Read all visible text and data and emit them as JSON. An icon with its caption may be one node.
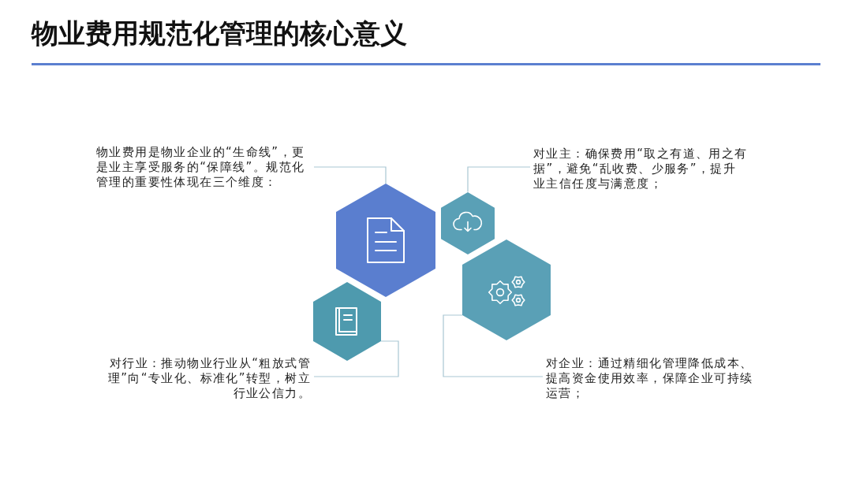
{
  "diagram": {
    "title": "物业费用规范化管理的核心意义",
    "nodes": [
      {
        "text": [
          "物业费用是物业企业的“生命线”，更是业主享受服务的“保障线”。规范化管理的重要性体现在三个维度："
        ]
      },
      {
        "text": [
          "对业主：确保费用“取之有道、用之有据”，避免“乱收费、少服务”，提升业主信任度与满意度；"
        ]
      },
      {
        "text": [],
        "shape": "hexagon"
      },
      {
        "text": [],
        "shape": "hexagon"
      },
      {
        "text": [],
        "shape": "hexagon"
      },
      {
        "text": [],
        "shape": "hexagon"
      },
      {
        "text": [
          "对行业：推动物业行业从“粗放式管理”向“专业化、标准化”转型，树立行业公信力。"
        ]
      },
      {
        "text": [
          "对企业：通过精细化管理降低成本、提高资金使用效率，保障企业可持续运营；"
        ]
      }
    ],
    "edges": [
      {
        "from": 0,
        "to": 2,
        "arrow": "none"
      },
      {
        "from": 1,
        "to": 3,
        "arrow": "none"
      },
      {
        "from": 6,
        "to": 4,
        "arrow": "none"
      },
      {
        "from": 7,
        "to": 5,
        "arrow": "none"
      }
    ]
  }
}
